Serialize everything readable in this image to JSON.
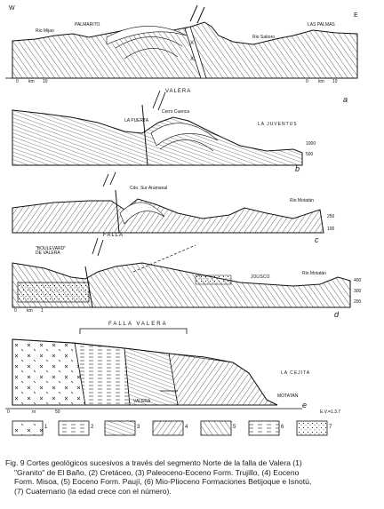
{
  "figure": {
    "compass": {
      "west": "W",
      "east": "E"
    },
    "sections": {
      "a": {
        "letter": "a",
        "labels": [
          "Rio Mijao",
          "PALMARITO",
          "Rio Saboro",
          "LAS PALMAS"
        ],
        "fault_marks": [
          "X",
          "X"
        ],
        "scale_left": [
          "0",
          "km",
          "10"
        ],
        "scale_right": [
          "0",
          "km",
          "10"
        ]
      },
      "b": {
        "letter": "b",
        "labels": [
          "LA PUERTA",
          "Cerro Cuenca",
          "LA JUVENTUS"
        ],
        "fault_label": "VALERA",
        "scale_right": [
          "1000",
          "500"
        ]
      },
      "c": {
        "letter": "c",
        "labels": [
          "Cdo. Sur Aramanal",
          "Rio Motatán"
        ],
        "scale_right": [
          "250",
          "100"
        ]
      },
      "d": {
        "letter": "d",
        "labels": [
          "\"BOULEVARD\" DE VALERA",
          "JOLISCO",
          "Rio Motatán"
        ],
        "fault_label": "FALLA",
        "scale_right": [
          "400",
          "300",
          "200"
        ],
        "scale_left": [
          "0",
          "km",
          "1"
        ]
      },
      "e": {
        "letter": "e",
        "title": "FALLA VALERA",
        "labels": [
          "LA CEJITA",
          "MOTATAN",
          "VALERA"
        ],
        "scale": [
          "0",
          "m",
          "50"
        ],
        "vertical_note": "E.V.=1.3.7"
      }
    },
    "legend": [
      "1",
      "2",
      "3",
      "4",
      "5",
      "6",
      "7"
    ]
  },
  "caption": {
    "line1": "Fig. 9 Cortes geológicos sucesivos a través del segmento Norte de la falla de Valera (1)",
    "line2": "\"Granito\" de El Baño, (2) Cretáceo, (3) Paleoceno-Eoceno Form. Trujillo, (4) Eoceno",
    "line3": "Form. Misoa, (5) Eoceno Form. Paují, (6) Mio-Plioceno Formaciones Betijoque e Isnotú,",
    "line4": "(7) Cuaternario (la edad crece con el número)."
  },
  "colors": {
    "ink": "#1a1a1a",
    "paper": "#ffffff"
  }
}
